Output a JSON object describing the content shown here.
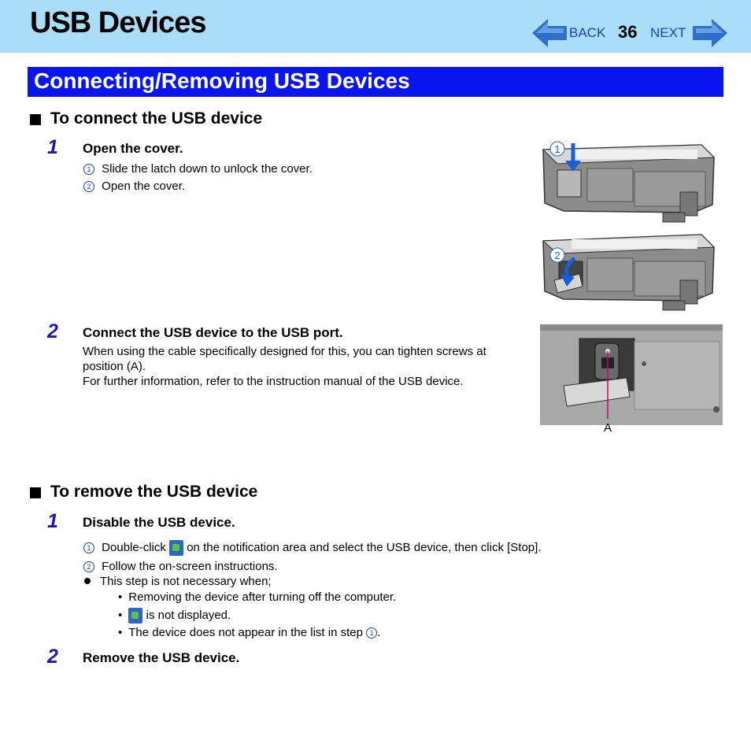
{
  "header": {
    "title": "USB Devices",
    "back_label": "BACK",
    "next_label": "NEXT",
    "page_number": "36"
  },
  "section": {
    "title": "Connecting/Removing USB Devices"
  },
  "connect": {
    "heading": "To connect the USB device",
    "step1": {
      "number": "1",
      "title": "Open the cover.",
      "items": [
        {
          "marker": "1",
          "text": "Slide the latch down to unlock the cover."
        },
        {
          "marker": "2",
          "text": "Open the cover."
        }
      ]
    },
    "step2": {
      "number": "2",
      "title": "Connect the USB device to the USB port.",
      "lines": [
        "When using the cable specifically designed for this, you can tighten screws at",
        "position (A).",
        "For further information, refer to the instruction manual of the USB device."
      ]
    },
    "figure_labels": {
      "callout1": "1",
      "callout2": "2",
      "callout_a": "A"
    }
  },
  "remove": {
    "heading": "To remove the USB device",
    "step1": {
      "number": "1",
      "title": "Disable the USB device.",
      "item1_marker": "1",
      "item1_before": "Double-click",
      "item1_after": "on the notification area and select the USB device, then click [Stop].",
      "item2_marker": "2",
      "item2_text": "Follow the on-screen instructions.",
      "note": "This step is not necessary when;",
      "subitems": [
        "Removing the device after turning off the computer.",
        "is not displayed.",
        "The device does not appear in the list in step"
      ],
      "subitem3_marker": "1",
      "subitem3_end": "."
    },
    "step2": {
      "number": "2",
      "title": "Remove the USB device."
    }
  }
}
